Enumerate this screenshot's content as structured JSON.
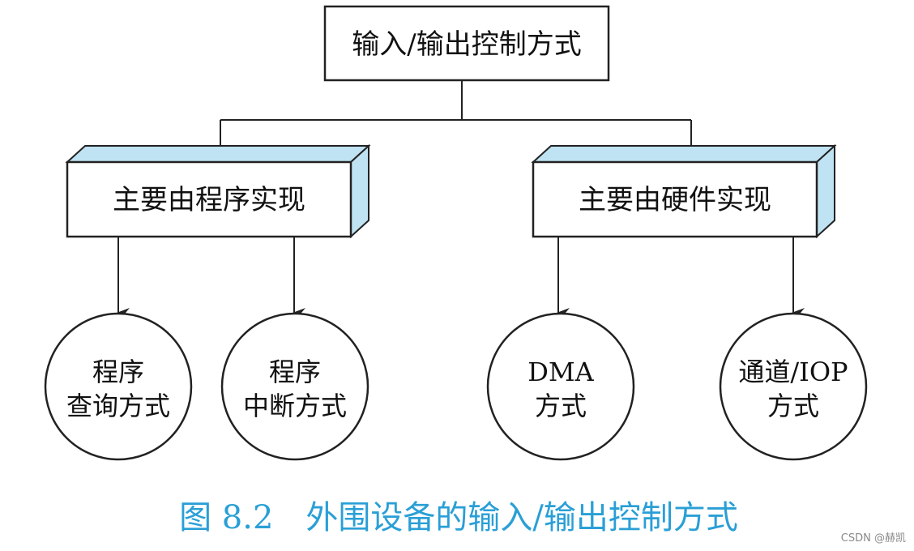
{
  "root": {
    "label": "输入/输出控制方式"
  },
  "groups": [
    {
      "label": "主要由程序实现",
      "children": [
        {
          "line1": "程序",
          "line2": "查询方式"
        },
        {
          "line1": "程序",
          "line2": "中断方式"
        }
      ]
    },
    {
      "label": "主要由硬件实现",
      "children": [
        {
          "line1": "DMA",
          "line2": "方式"
        },
        {
          "line1": "通道/IOP",
          "line2": "方式"
        }
      ]
    }
  ],
  "caption": "图 8.2　外围设备的输入/输出控制方式",
  "watermark": "CSDN @赫凯",
  "colors": {
    "box_side": "#bfe3f2",
    "caption": "#2a9fd6",
    "stroke": "#222222"
  }
}
